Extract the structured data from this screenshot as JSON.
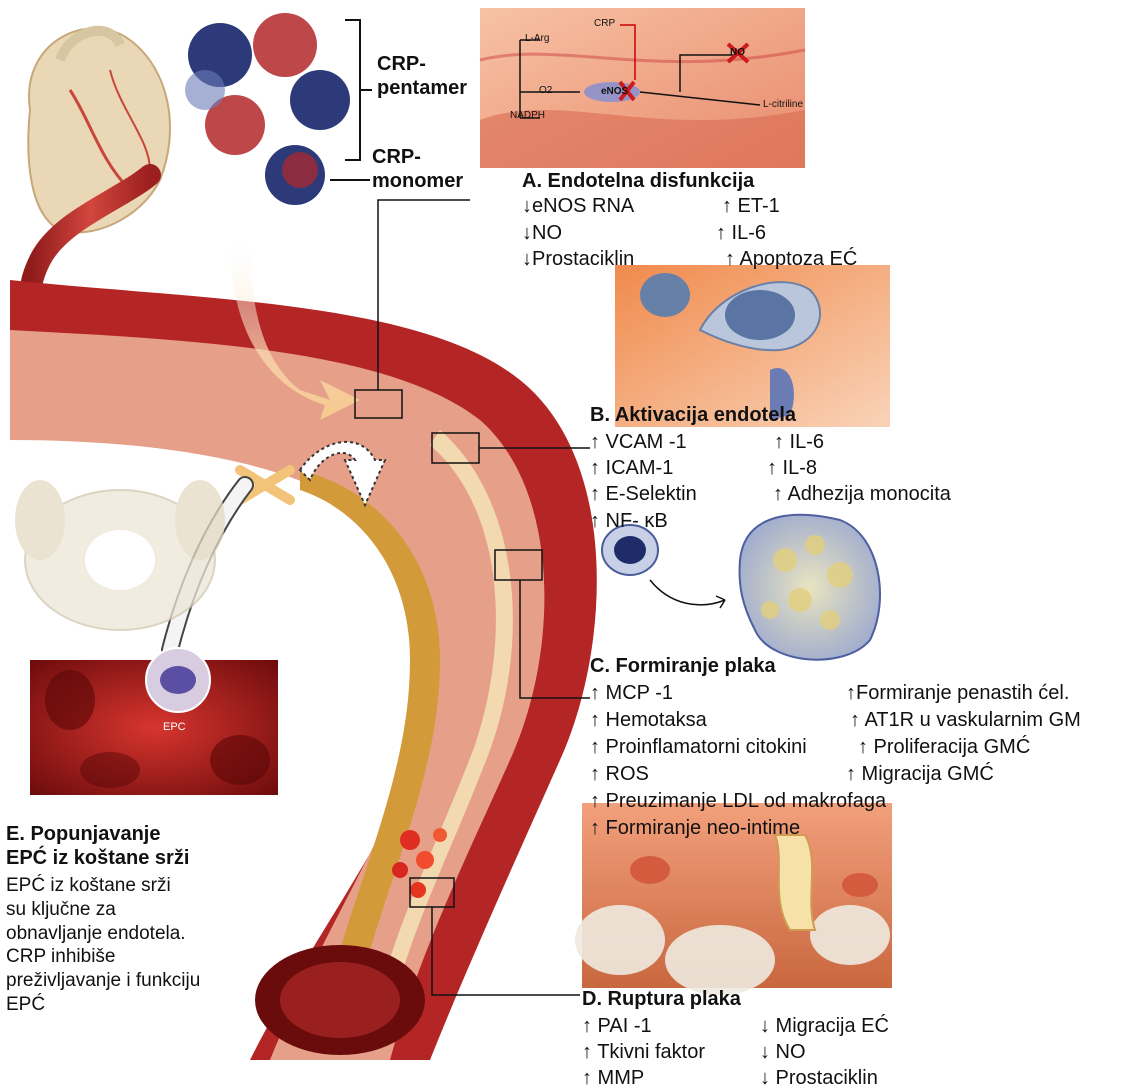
{
  "crp": {
    "pentamer_label": "CRP-\npentamer",
    "monomer_label": "CRP-\nmonomer"
  },
  "enos_inset": {
    "crp": "CRP",
    "l_arg": "L-Arg",
    "o2": "O2",
    "nadph": "NADPH",
    "enos": "eNOS",
    "no": "NO",
    "l_citrulline": "L-citriline"
  },
  "epc_inset": {
    "label": "EPC"
  },
  "section_a": {
    "title": "A. Endotelna disfunkcija",
    "left": [
      "↓eNOS RNA",
      "↓NO",
      "↓Prostaciklin"
    ],
    "right": [
      "↑ ET-1",
      "↑ IL-6",
      "↑ Apoptoza EĆ"
    ]
  },
  "section_b": {
    "title": "B. Aktivacija endotela",
    "left": [
      "↑ VCAM -1",
      "↑ ICAM-1",
      "↑ E-Selektin",
      "↑ NF- κB"
    ],
    "right": [
      "↑ IL-6",
      "↑ IL-8",
      "↑ Adhezija monocita"
    ]
  },
  "section_c": {
    "title": "C. Formiranje plaka",
    "left": [
      "↑ MCP -1",
      "↑ Hemotaksa",
      "↑ Proinflamatorni citokini",
      "↑ ROS",
      "↑ Preuzimanje LDL od makrofaga",
      "↑ Formiranje neo-intime"
    ],
    "right": [
      "↑Formiranje penastih ćel.",
      "↑ AT1R u vaskularnim GM",
      "↑ Proliferacija GMĆ",
      "↑ Migracija GMĆ"
    ]
  },
  "section_d": {
    "title": "D. Ruptura plaka",
    "left": [
      "↑ PAI -1",
      "↑ Tkivni faktor",
      "↑ MMP"
    ],
    "right": [
      "↓ Migracija EĆ",
      "↓ NO",
      "↓ Prostaciklin"
    ]
  },
  "section_e": {
    "title": "E. Popunjavanje\nEPĆ iz koštane srži",
    "text": "EPĆ iz koštane srži\nsu ključne za\nobnavljanje endotela.\nCRP inhibiše\npreživljavanje i funkciju\nEPĆ"
  },
  "colors": {
    "vessel_outer": "#b82a2a",
    "vessel_wall": "#e59a86",
    "plaque": "#d39a3a",
    "inset_orange": "#f0a472",
    "crp_blue": "#2c3a7a",
    "crp_red": "#b3272a"
  }
}
